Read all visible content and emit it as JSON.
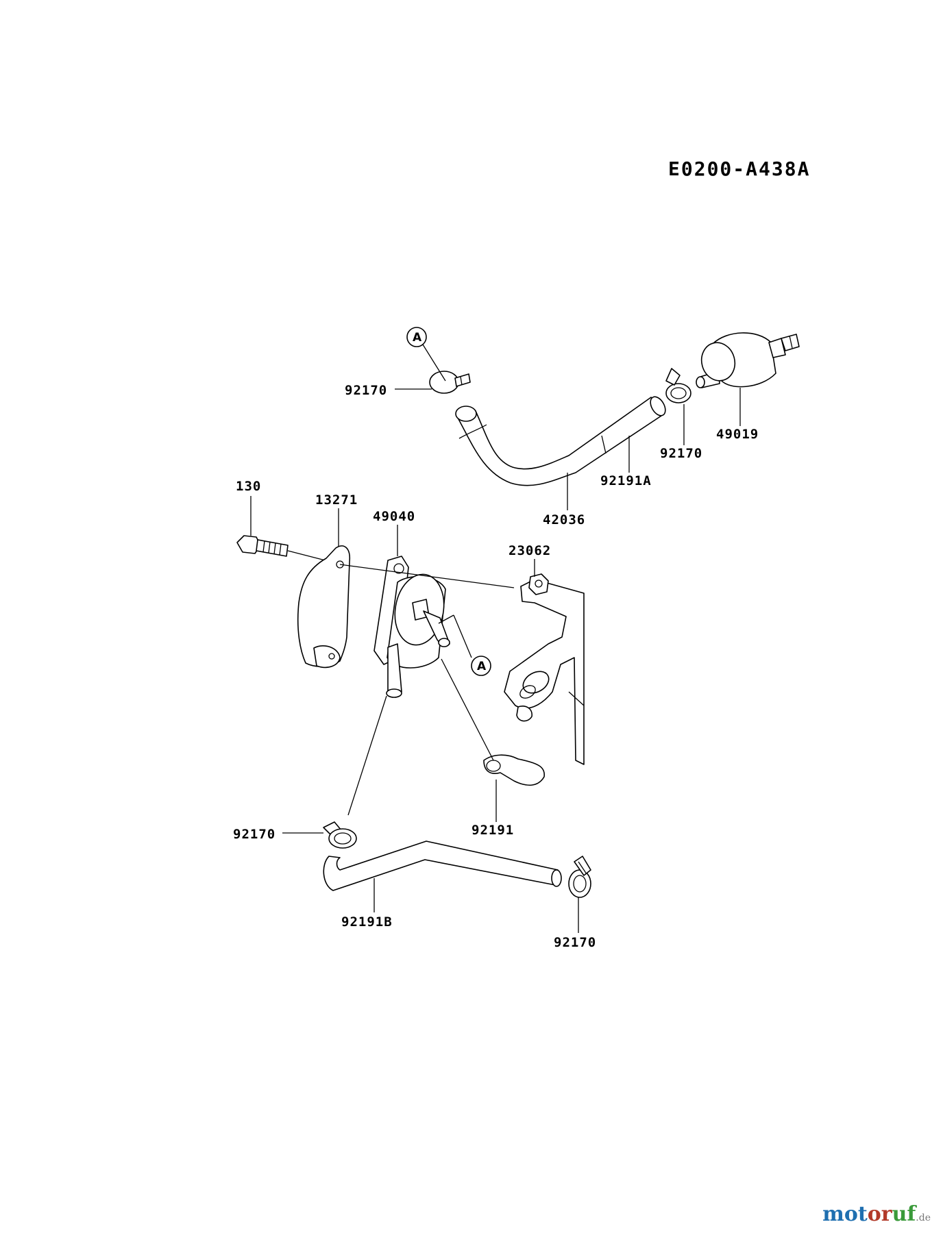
{
  "diagram_code": "E0200-A438A",
  "callout_symbol": "A",
  "labels": {
    "p130": "130",
    "p13271": "13271",
    "p49040": "49040",
    "p23062": "23062",
    "p42036": "42036",
    "p92191a": "92191A",
    "p92170_top": "92170",
    "p92170_filter": "92170",
    "p49019": "49019",
    "p92191": "92191",
    "p92170_left": "92170",
    "p92191b": "92191B",
    "p92170_bottom": "92170"
  },
  "watermark": {
    "part1": "mot",
    "part2": "or",
    "part3": "uf",
    "tld": ".de"
  }
}
